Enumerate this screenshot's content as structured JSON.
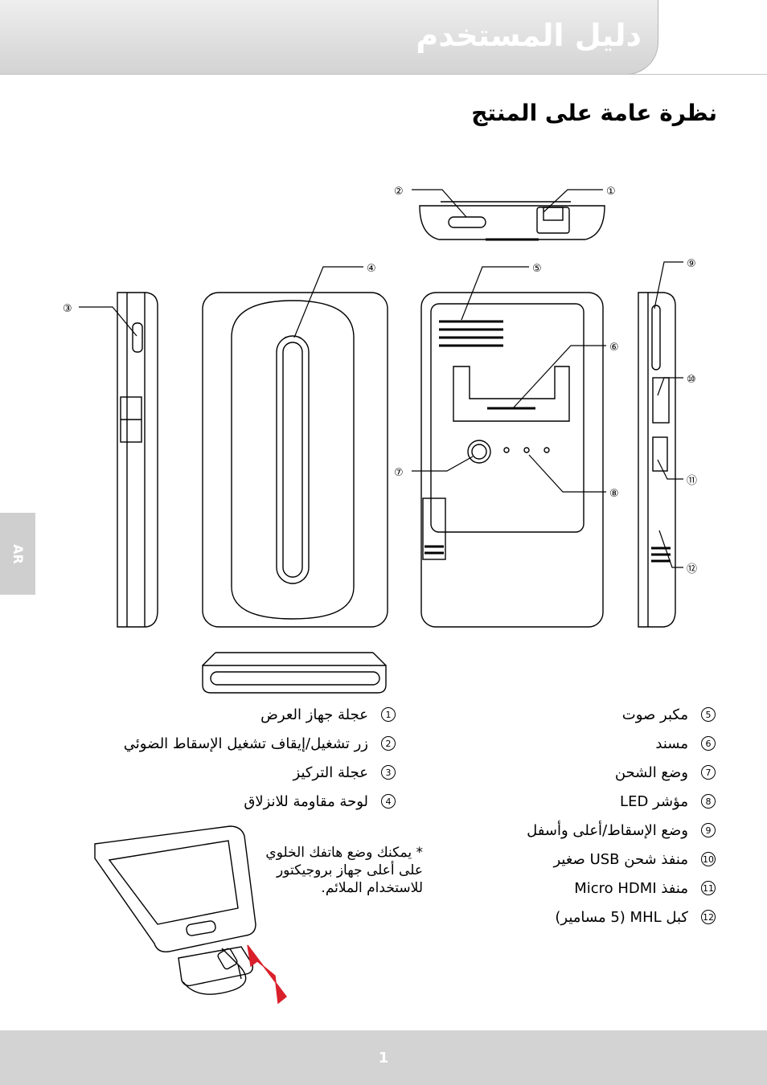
{
  "header": {
    "title": "دليل المستخدم"
  },
  "section": {
    "heading": "نظرة عامة على المنتج"
  },
  "side_tab": {
    "label": "AR"
  },
  "callouts": [
    "①",
    "②",
    "③",
    "④",
    "⑤",
    "⑥",
    "⑦",
    "⑧",
    "⑨",
    "⑩",
    "⑪",
    "⑫"
  ],
  "legend_right": [
    {
      "num": "1",
      "text": "عجلة جهاز العرض"
    },
    {
      "num": "2",
      "text": "زر تشغيل/إيقاف تشغيل الإسقاط الضوئي"
    },
    {
      "num": "3",
      "text": "عجلة التركيز"
    },
    {
      "num": "4",
      "text": "لوحة مقاومة للانزلاق"
    }
  ],
  "legend_left": [
    {
      "num": "5",
      "text": "مكبر صوت"
    },
    {
      "num": "6",
      "text": "مسند"
    },
    {
      "num": "7",
      "text": "وضع الشحن"
    },
    {
      "num": "8",
      "text": "مؤشر LED"
    },
    {
      "num": "9",
      "text": "وضع الإسقاط/أعلى وأسفل"
    },
    {
      "num": "10",
      "text": "منفذ شحن USB صغير"
    },
    {
      "num": "11",
      "text": "منفذ Micro HDMI"
    },
    {
      "num": "12",
      "text": "كبل MHL (5 مسامير)"
    }
  ],
  "note": {
    "text": "* يمكنك وضع هاتفك الخلوي على أعلى جهاز بروجيكتور للاستخدام الملائم."
  },
  "footer": {
    "page_number": "1"
  },
  "colors": {
    "header_bg": "#d6d6d6",
    "footer_bg": "#d3d3d3",
    "tab_bg": "#cfcfcf",
    "arrow": "#d9202b"
  }
}
